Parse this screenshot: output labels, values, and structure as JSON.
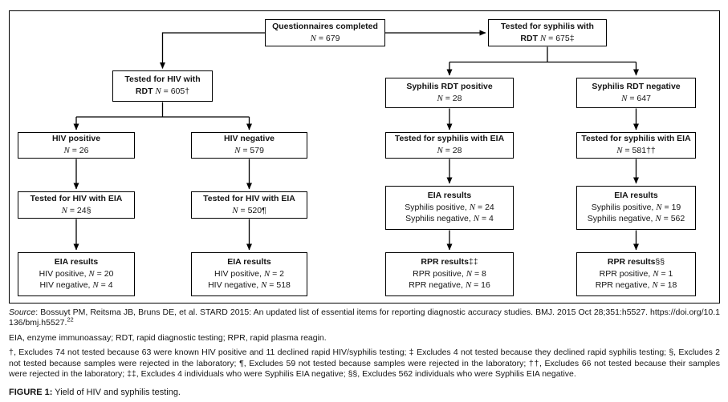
{
  "figure": {
    "n_label": "N",
    "source_prefix": "Source",
    "source_text": ": Bossuyt PM, Reitsma JB, Bruns DE, et al. STARD 2015: An updated list of essential items for reporting diagnostic accuracy studies. BMJ. 2015 Oct 28;351:h5527. ",
    "source_url": "https://doi.org/10.1136/bmj.h5527.",
    "source_ref": "22",
    "abbreviations": "EIA, enzyme immunoassay; RDT, rapid diagnostic testing; RPR, rapid plasma reagin.",
    "footnotes": "†, Excludes 74 not tested because 63 were known HIV positive and 11 declined rapid HIV/syphilis testing; ‡ Excludes 4 not tested because they declined rapid syphilis testing; §, Excludes 2 not tested because samples were rejected in the laboratory; ¶, Excludes 59 not tested because samples were rejected in the laboratory; ††, Excludes 66 not tested because their samples were rejected in the laboratory; ‡‡, Excludes 4 individuals who were Syphilis EIA negative; §§, Excludes 562 individuals who were Syphilis EIA negative.",
    "caption_label": "FIGURE 1:",
    "caption_text": " Yield of HIV and syphilis testing."
  },
  "boxes": {
    "q": {
      "title": "Questionnaires completed",
      "value": " = 679"
    },
    "syph_rdt": {
      "title": "Tested for syphilis with",
      "title2": "RDT ",
      "value": " = 675‡"
    },
    "hiv_rdt": {
      "title": "Tested for HIV with",
      "title2": "RDT ",
      "value": " = 605†"
    },
    "syph_pos": {
      "title": "Syphilis RDT positive",
      "value": " = 28"
    },
    "syph_neg": {
      "title": "Syphilis RDT negative",
      "value": " = 647"
    },
    "hiv_pos": {
      "title": "HIV positive",
      "value": " = 26"
    },
    "hiv_neg": {
      "title": "HIV negative",
      "value": " = 579"
    },
    "syph_eia_pos": {
      "title": "Tested for syphilis with EIA",
      "value": " = 28"
    },
    "syph_eia_neg": {
      "title": "Tested for syphilis with EIA",
      "value": " = 581††"
    },
    "hiv_eia_pos": {
      "title": "Tested for HIV with EIA",
      "value": " = 24§"
    },
    "hiv_eia_neg": {
      "title": "Tested for HIV with EIA",
      "value": " = 520¶"
    },
    "eia_res_syph_pos": {
      "title": "EIA results",
      "rows": [
        {
          "label": "Syphilis positive, ",
          "value": " = 24"
        },
        {
          "label": "Syphilis negative, ",
          "value": " = 4"
        }
      ]
    },
    "eia_res_syph_neg": {
      "title": "EIA results",
      "rows": [
        {
          "label": "Syphilis positive, ",
          "value": " = 19"
        },
        {
          "label": "Syphilis negative, ",
          "value": " = 562"
        }
      ]
    },
    "eia_res_hiv_pos": {
      "title": "EIA results",
      "rows": [
        {
          "label": "HIV positive, ",
          "value": " = 20"
        },
        {
          "label": "HIV negative, ",
          "value": " = 4"
        }
      ]
    },
    "eia_res_hiv_neg": {
      "title": "EIA results",
      "rows": [
        {
          "label": "HIV positive, ",
          "value": " = 2"
        },
        {
          "label": "HIV negative, ",
          "value": " = 518"
        }
      ]
    },
    "rpr_pos": {
      "title": "RPR results",
      "suffix": "‡‡",
      "rows": [
        {
          "label": "RPR positive, ",
          "value": " = 8"
        },
        {
          "label": "RPR negative, ",
          "value": " = 16"
        }
      ]
    },
    "rpr_neg": {
      "title": "RPR results",
      "suffix": "§§",
      "rows": [
        {
          "label": "RPR positive, ",
          "value": " = 1"
        },
        {
          "label": "RPR negative, ",
          "value": " = 18"
        }
      ]
    }
  }
}
